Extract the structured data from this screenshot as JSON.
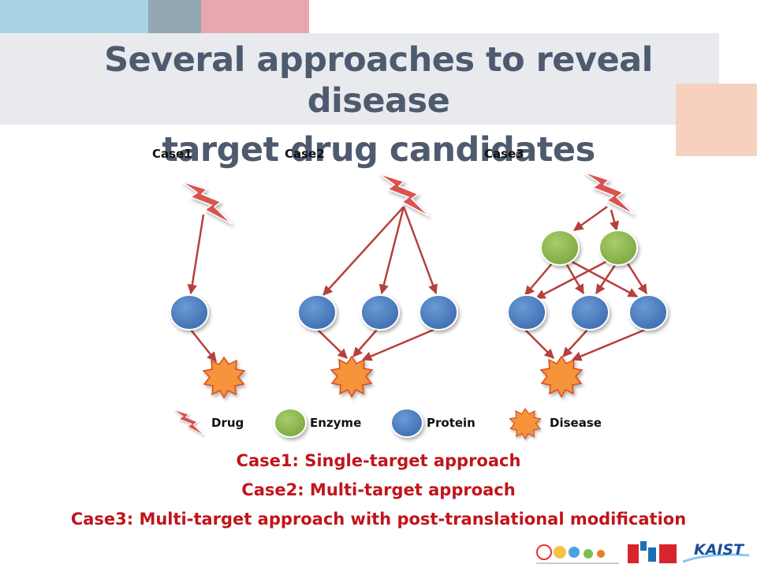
{
  "title": {
    "line1": "Several approaches to reveal disease",
    "line2": "target drug candidates"
  },
  "cases": {
    "case1": "Case1",
    "case2": "Case2",
    "case3": "Case3"
  },
  "legend": {
    "drug": "Drug",
    "enzyme": "Enzyme",
    "protein": "Protein",
    "disease": "Disease"
  },
  "captions": {
    "line1": "Case1: Single-target approach",
    "line2": "Case2: Multi-target approach",
    "line3": "Case3: Multi-target approach with post-translational modification"
  },
  "logos": {
    "kaist": "KAIST"
  },
  "colors": {
    "drug": "#d9534f",
    "enzyme": "#8db84a",
    "protein": "#4a7cc0",
    "disease": "#f28c2a",
    "arrow": "#b5403d",
    "caption": "#c0151b",
    "title": "#4e5a6e"
  }
}
